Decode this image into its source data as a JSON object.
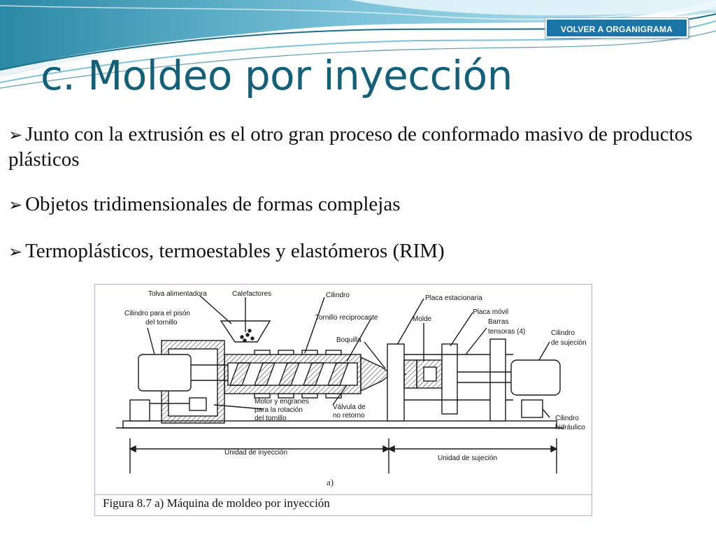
{
  "header": {
    "nav_button": "VOLVER A ORGANIGRAMA",
    "title": "c. Moldeo por inyección"
  },
  "bullets": [
    {
      "text": "Junto con la extrusión es el otro gran proceso de conformado masivo de productos plásticos"
    },
    {
      "text": "Objetos tridimensionales de formas complejas"
    },
    {
      "text": "Termoplásticos, termoestables y elastómeros (RIM)"
    }
  ],
  "bullet_icon": "arrowhead-bullet-icon",
  "figure": {
    "labels": {
      "tolva": "Tolva alimentadora",
      "calefactores": "Calefactores",
      "cilindro": "Cilindro",
      "placa_estacionaria": "Placa estacionaria",
      "cilindro_piston": "Cilindro para el pisón",
      "del_tornillo": "del tornillo",
      "tornillo_reciprocante": "Tornillo reciprocante",
      "molde": "Molde",
      "placa_movil": "Placa móvil",
      "barras": "Barras",
      "tensoras": "tensoras (4)",
      "cilindro_sujecion_1": "Cilindro",
      "cilindro_sujecion_2": "de sujeción",
      "boquilla": "Boquilla",
      "motor_1": "Motor y engranes",
      "motor_2": "para la rotación",
      "motor_3": "del tornillo",
      "valvula_1": "Válvula de",
      "valvula_2": "no retorno",
      "hidraulico_1": "Cilindro",
      "hidraulico_2": "hidráulico",
      "unidad_inyeccion": "Unidad de inyección",
      "unidad_sujecion": "Unidad de sujeción"
    },
    "sublabel": "a)",
    "caption": "Figura 8.7 a) Máquina de moldeo por inyección"
  },
  "colors": {
    "title": "#12607a",
    "nav_button_bg": "#1b74a8",
    "wave_dark": "#1b6f8a",
    "wave_light": "#9fd4e6"
  }
}
